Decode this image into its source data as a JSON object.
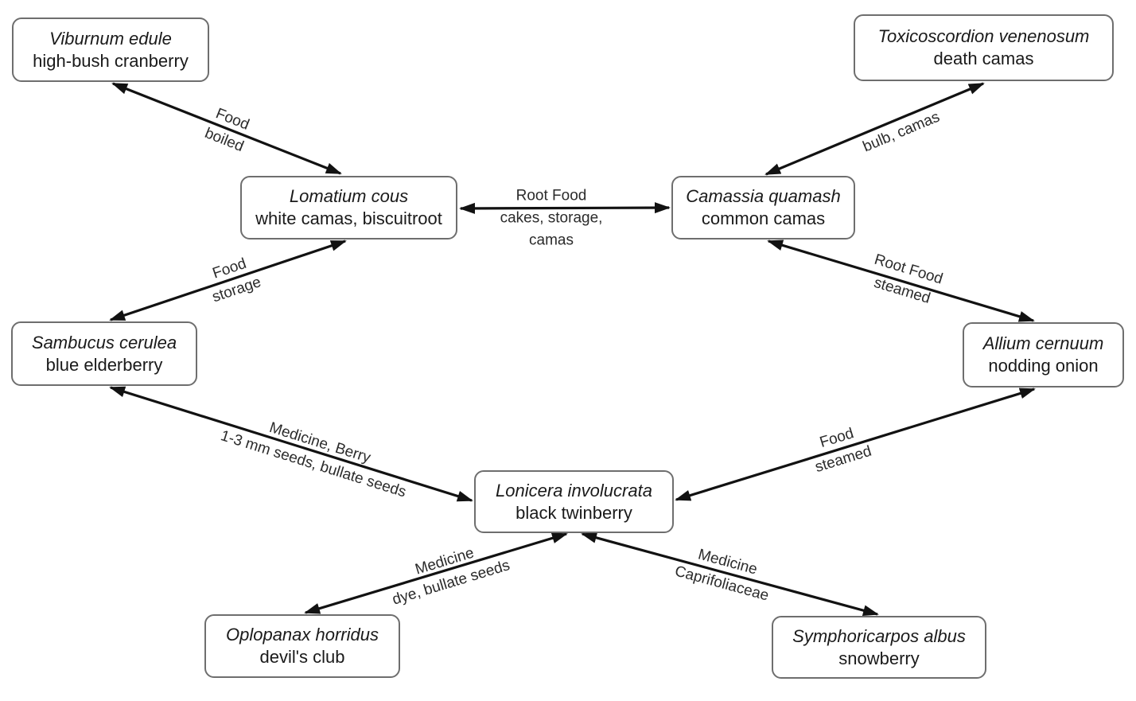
{
  "diagram": {
    "type": "concept-map",
    "topic": "Ethnobotany relationships between plant species",
    "background_color": "#ffffff",
    "node_border_color": "#6e6e6e",
    "edge_color": "#121212",
    "text_color": "#1a1a1a"
  },
  "nodes": [
    {
      "id": "viburnum-edule",
      "latin": "Viburnum edule",
      "common": "high-bush cranberry"
    },
    {
      "id": "toxicoscordion-venenosum",
      "latin": "Toxicoscordion venenosum",
      "common": "death camas"
    },
    {
      "id": "lomatium-cous",
      "latin": "Lomatium cous",
      "common": "white camas, biscuitroot"
    },
    {
      "id": "camassia-quamash",
      "latin": "Camassia quamash",
      "common": "common camas"
    },
    {
      "id": "sambucus-cerulea",
      "latin": "Sambucus cerulea",
      "common": "blue elderberry"
    },
    {
      "id": "allium-cernuum",
      "latin": "Allium cernuum",
      "common": "nodding onion"
    },
    {
      "id": "lonicera-involucrata",
      "latin": "Lonicera involucrata",
      "common": "black twinberry"
    },
    {
      "id": "oplopanax-horridus",
      "latin": "Oplopanax horridus",
      "common": "devil's club"
    },
    {
      "id": "symphoricarpos-albus",
      "latin": "Symphoricarpos albus",
      "common": "snowberry"
    }
  ],
  "edges": [
    {
      "from": "lomatium-cous",
      "to": "viburnum-edule",
      "direction": "bidirectional",
      "label_above": "Food",
      "label_below": "boiled"
    },
    {
      "from": "lomatium-cous",
      "to": "camassia-quamash",
      "direction": "bidirectional",
      "label_above": "Root Food",
      "label_below": "cakes, storage,",
      "label_below2": "camas"
    },
    {
      "from": "camassia-quamash",
      "to": "toxicoscordion-venenosum",
      "direction": "bidirectional",
      "label_below": "bulb, camas"
    },
    {
      "from": "sambucus-cerulea",
      "to": "lomatium-cous",
      "direction": "bidirectional",
      "label_above": "Food",
      "label_below": "storage"
    },
    {
      "from": "camassia-quamash",
      "to": "allium-cernuum",
      "direction": "bidirectional",
      "label_above": "Root Food",
      "label_below": "steamed"
    },
    {
      "from": "sambucus-cerulea",
      "to": "lonicera-involucrata",
      "direction": "bidirectional",
      "label_above": "Medicine, Berry",
      "label_below": "1-3 mm seeds, bullate seeds"
    },
    {
      "from": "lonicera-involucrata",
      "to": "allium-cernuum",
      "direction": "bidirectional",
      "label_above": "Food",
      "label_below": "steamed"
    },
    {
      "from": "lonicera-involucrata",
      "to": "oplopanax-horridus",
      "direction": "bidirectional",
      "label_above": "Medicine",
      "label_below": "dye, bullate seeds"
    },
    {
      "from": "lonicera-involucrata",
      "to": "symphoricarpos-albus",
      "direction": "bidirectional",
      "label_above": "Medicine",
      "label_below": "Caprifoliaceae"
    }
  ]
}
